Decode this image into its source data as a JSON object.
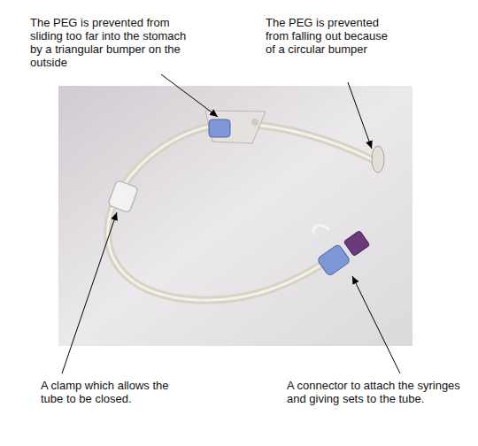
{
  "diagram": {
    "labels": [
      "The PEG is prevented from sliding too far into the stomach by a triangular bumper on the outside",
      "The PEG is prevented from falling out because of a circular bumper",
      "A clamp which allows the tube to be closed.",
      "A connector to attach the syringes and giving sets to the tube."
    ]
  }
}
